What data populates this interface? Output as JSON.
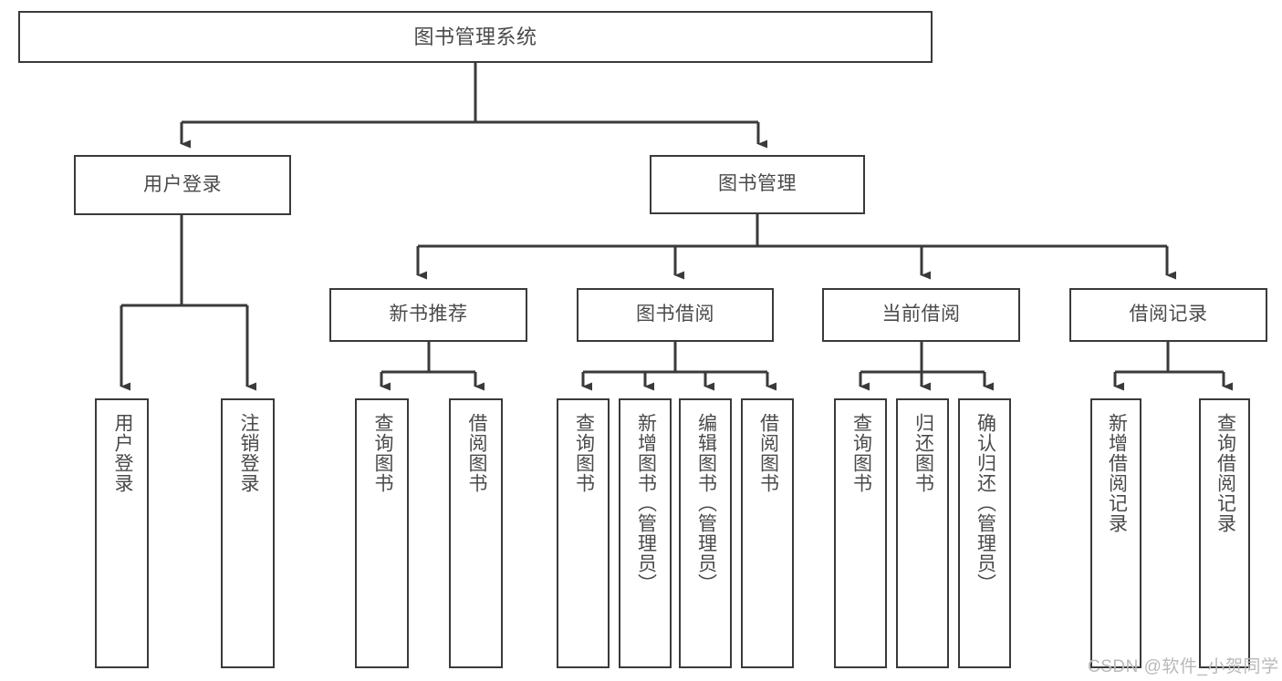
{
  "diagram": {
    "title": "图书管理系统",
    "type": "tree-hierarchy",
    "root": {
      "label": "图书管理系统"
    },
    "level1": [
      {
        "label": "用户登录"
      },
      {
        "label": "图书管理"
      }
    ],
    "level2": [
      {
        "label": "新书推荐"
      },
      {
        "label": "图书借阅"
      },
      {
        "label": "当前借阅"
      },
      {
        "label": "借阅记录"
      }
    ],
    "leaves": {
      "user_login": [
        {
          "label": "用户登录"
        },
        {
          "label": "注销登录"
        }
      ],
      "new_book_recommend": [
        {
          "label": "查询图书"
        },
        {
          "label": "借阅图书"
        }
      ],
      "book_borrow": [
        {
          "label": "查询图书"
        },
        {
          "label": "新增图书（管理员）"
        },
        {
          "label": "编辑图书（管理员）"
        },
        {
          "label": "借阅图书"
        }
      ],
      "current_borrow": [
        {
          "label": "查询图书"
        },
        {
          "label": "归还图书"
        },
        {
          "label": "确认归还（管理员）"
        }
      ],
      "borrow_record": [
        {
          "label": "新增借阅记录"
        },
        {
          "label": "查询借阅记录"
        }
      ]
    }
  },
  "watermark": {
    "text": "CSDN @软件_小贺同学"
  },
  "colors": {
    "stroke": "#3a3a3a",
    "text": "#4a4a4a",
    "background": "#ffffff",
    "watermark": "#b9b9b9"
  }
}
